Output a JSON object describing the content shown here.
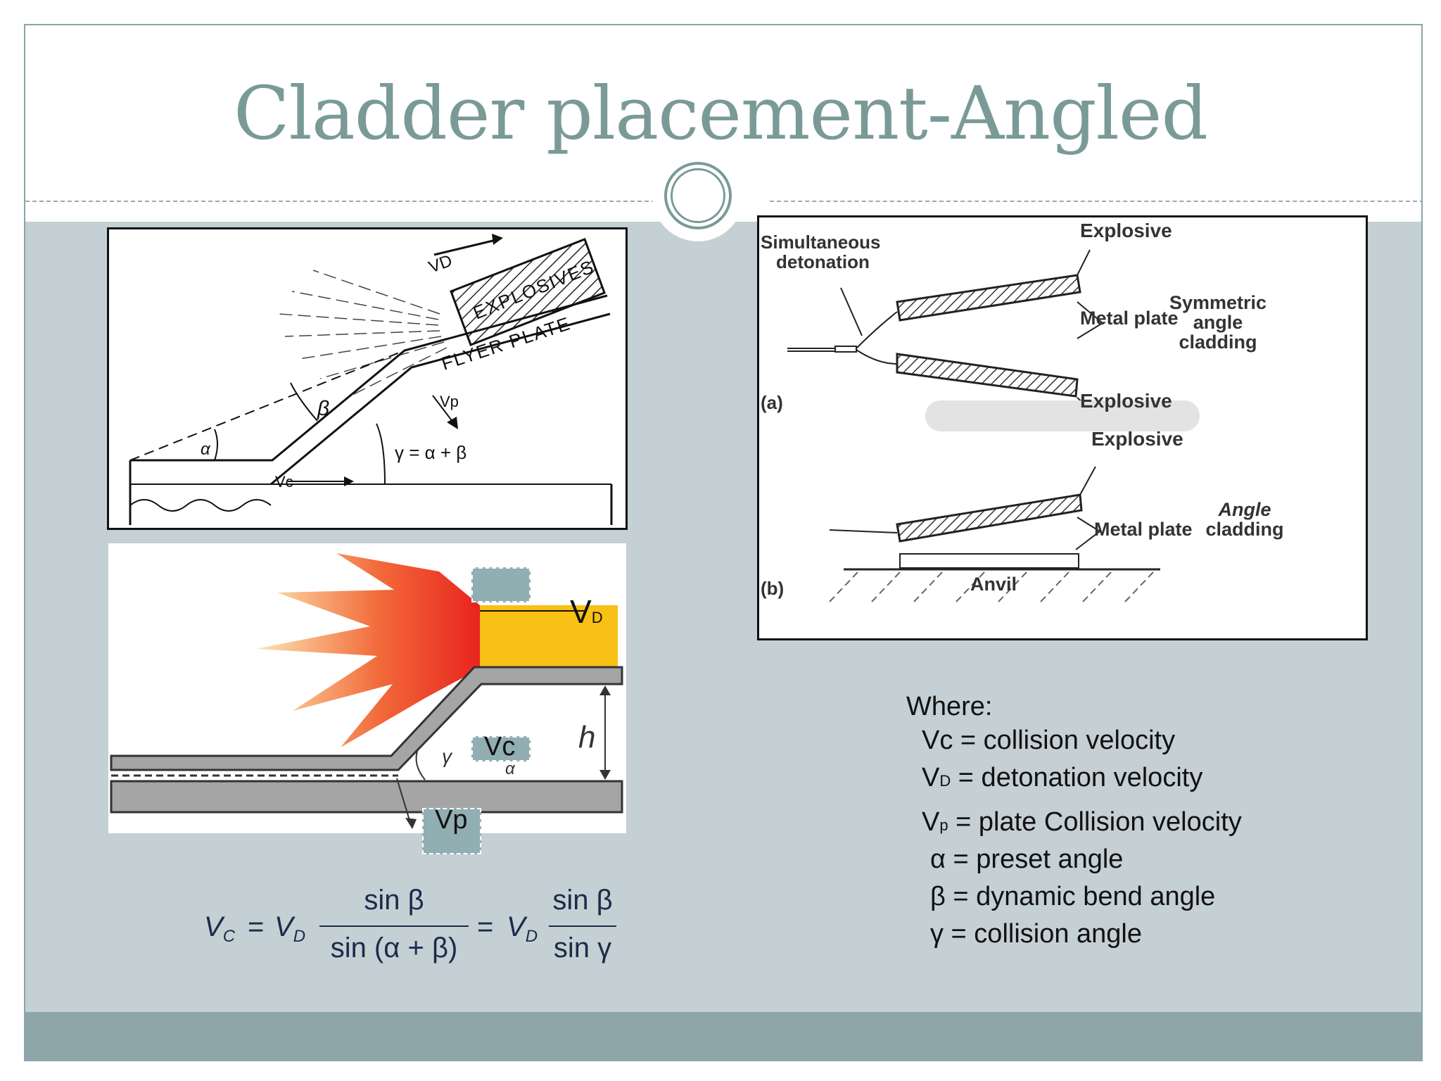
{
  "slide": {
    "title": "Cladder placement-Angled"
  },
  "figure_top_left": {
    "labels": {
      "vd": "VD",
      "explosives": "EXPLOSIVES",
      "flyer_plate": "FLYER PLATE",
      "beta": "β",
      "alpha": "α",
      "vp": "Vp",
      "gamma_eq": "γ = α + β",
      "vc": "Vc"
    }
  },
  "figure_bottom_left": {
    "vd_main": "V",
    "vd_sub": "D",
    "vc": "Vc",
    "vp": "Vp",
    "h": "h",
    "gamma": "γ",
    "alpha": "α"
  },
  "figure_right": {
    "labels": {
      "simultaneous": "Simultaneous",
      "detonation": "detonation",
      "explosive_top": "Explosive",
      "metal_plate_a": "Metal plate",
      "symmetric_1": "Symmetric",
      "symmetric_2": "angle",
      "symmetric_3": "cladding",
      "a": "(a)",
      "explosive_mid": "Explosive",
      "explosive_b": "Explosive",
      "metal_plate_b": "Metal plate",
      "angle_1": "Angle",
      "angle_2": "cladding",
      "b": "(b)",
      "anvil": "Anvil"
    }
  },
  "formula": {
    "lhs": "V",
    "lhs_sub": "C",
    "vd": "V",
    "vd_sub": "D",
    "num1": "sin β",
    "den1": "sin (α + β)",
    "num2": "sin β",
    "den2": "sin γ",
    "eq": "="
  },
  "legend": {
    "heading": "Where:",
    "rows": [
      {
        "main": "Vc",
        "sub": "",
        "text": " = collision velocity"
      },
      {
        "main": "V",
        "sub": "D",
        "text": " = detonation velocity"
      },
      {
        "main": "V",
        "sub": "p",
        "text": " = plate Collision velocity"
      },
      {
        "main": "α",
        "sub": "",
        "text": " = preset angle"
      },
      {
        "main": "β",
        "sub": "",
        "text": " = dynamic bend angle"
      },
      {
        "main": "γ",
        "sub": "",
        "text": " = collision angle"
      }
    ]
  },
  "colors": {
    "title": "#7a9a97",
    "content_bg": "#c4d0d3",
    "footer": "#8ea6aa",
    "label_box": "#91aeb2",
    "explosive_yellow": "#f9c015",
    "flame_red": "#e8241e"
  }
}
